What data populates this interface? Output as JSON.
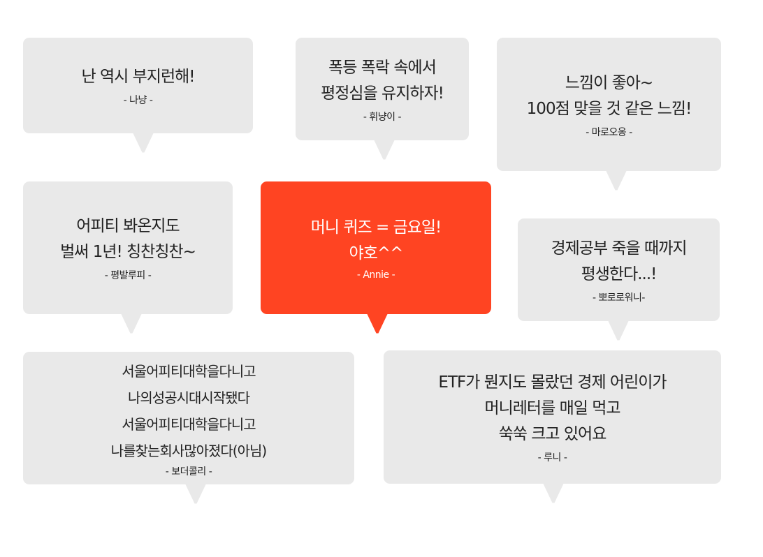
{
  "bubbles": [
    {
      "lines": [
        "난 역시 부지런해!"
      ],
      "author": "-  나냥 -"
    },
    {
      "lines": [
        "폭등 폭락 속에서",
        "평정심을 유지하자!"
      ],
      "author": "-   휘냥이 -"
    },
    {
      "lines": [
        "느낌이 좋아~",
        "100점 맞을 것 같은 느낌!"
      ],
      "author": "- 마로오옹 -"
    },
    {
      "lines": [
        "어피티 봐온지도",
        "벌써 1년! 칭찬칭찬~"
      ],
      "author": "- 평발루피 -"
    },
    {
      "lines": [
        "머니 퀴즈 = 금요일!",
        "야호^^"
      ],
      "author": "- Annie -"
    },
    {
      "lines": [
        "경제공부 죽을 때까지",
        "평생한다...!"
      ],
      "author": "- 뽀로로워니-"
    },
    {
      "lines": [
        "서울어피티대학을다니고",
        "나의성공시대시작됐다",
        "서울어피티대학을다니고",
        "나를찾는회사많아졌다(아님)"
      ],
      "author": "- 보더콜리 -"
    },
    {
      "lines": [
        "ETF가 뭔지도 몰랐던 경제 어린이가",
        "머니레터를 매일 먹고",
        "쑥쑥 크고 있어요"
      ],
      "author": "- 루니 -"
    }
  ],
  "colors": {
    "bubble": "#e9e9e9",
    "highlight": "#ff4422"
  }
}
